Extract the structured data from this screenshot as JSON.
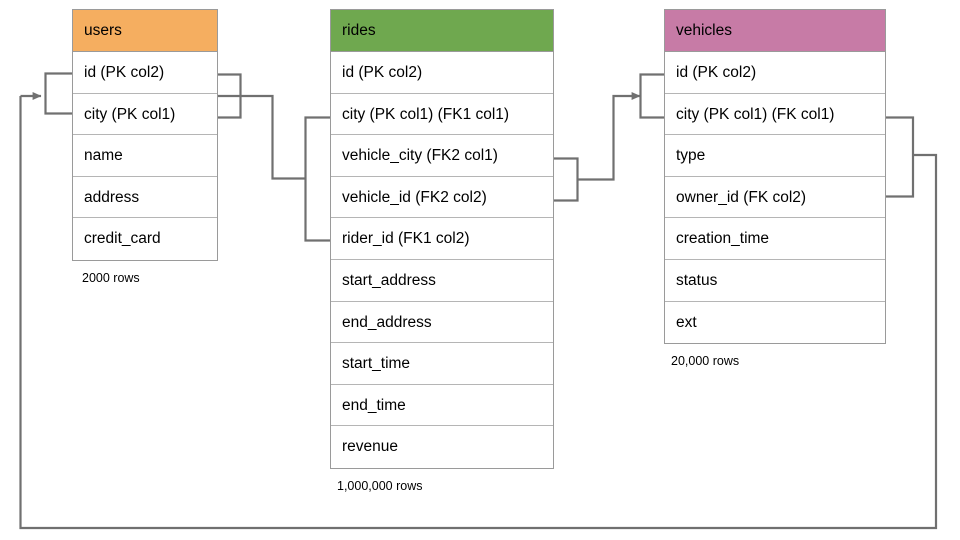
{
  "diagram": {
    "title_present": false,
    "background": "#ffffff",
    "line_color": "#707070",
    "border_color": "#9a9a9a",
    "row_border_color": "#b5b5b5"
  },
  "tables": [
    {
      "name": "users",
      "header_color": "#f5ae60",
      "rows_label": "2000 rows",
      "fields": [
        {
          "label": "id (PK col2)"
        },
        {
          "label": "city (PK col1)"
        },
        {
          "label": "name"
        },
        {
          "label": "address"
        },
        {
          "label": "credit_card"
        }
      ]
    },
    {
      "name": "rides",
      "header_color": "#6fa84f",
      "rows_label": "1,000,000 rows",
      "fields": [
        {
          "label": "id (PK col2)"
        },
        {
          "label": "city (PK col1) (FK1 col1)"
        },
        {
          "label": "vehicle_city (FK2 col1)"
        },
        {
          "label": "vehicle_id (FK2 col2)"
        },
        {
          "label": "rider_id (FK1 col2)"
        },
        {
          "label": "start_address"
        },
        {
          "label": "end_address"
        },
        {
          "label": "start_time"
        },
        {
          "label": "end_time"
        },
        {
          "label": "revenue"
        }
      ]
    },
    {
      "name": "vehicles",
      "header_color": "#c77ba6",
      "rows_label": "20,000 rows",
      "fields": [
        {
          "label": "id (PK col2)"
        },
        {
          "label": "city (PK col1) (FK col1)"
        },
        {
          "label": "type"
        },
        {
          "label": "owner_id (FK col2)"
        },
        {
          "label": "creation_time"
        },
        {
          "label": "status"
        },
        {
          "label": "ext"
        }
      ]
    }
  ],
  "relationships": [
    {
      "name": "rides-fk1-to-users",
      "from_table": "rides",
      "from_fields": [
        "city (PK col1) (FK1 col1)",
        "rider_id (FK1 col2)"
      ],
      "to_table": "users",
      "to_fields": [
        "id (PK col2)",
        "city (PK col1)"
      ],
      "arrow_direction": "to-users"
    },
    {
      "name": "rides-fk2-to-vehicles",
      "from_table": "rides",
      "from_fields": [
        "vehicle_city (FK2 col1)",
        "vehicle_id (FK2 col2)"
      ],
      "to_table": "vehicles",
      "to_fields": [
        "id (PK col2)",
        "city (PK col1) (FK col1)"
      ],
      "arrow_direction": "to-vehicles"
    },
    {
      "name": "vehicles-fk-to-users",
      "from_table": "vehicles",
      "from_fields": [
        "city (PK col1) (FK col1)",
        "owner_id (FK col2)"
      ],
      "to_table": "users",
      "to_fields": [
        "id (PK col2)",
        "city (PK col1)"
      ],
      "arrow_direction": "to-users"
    }
  ]
}
